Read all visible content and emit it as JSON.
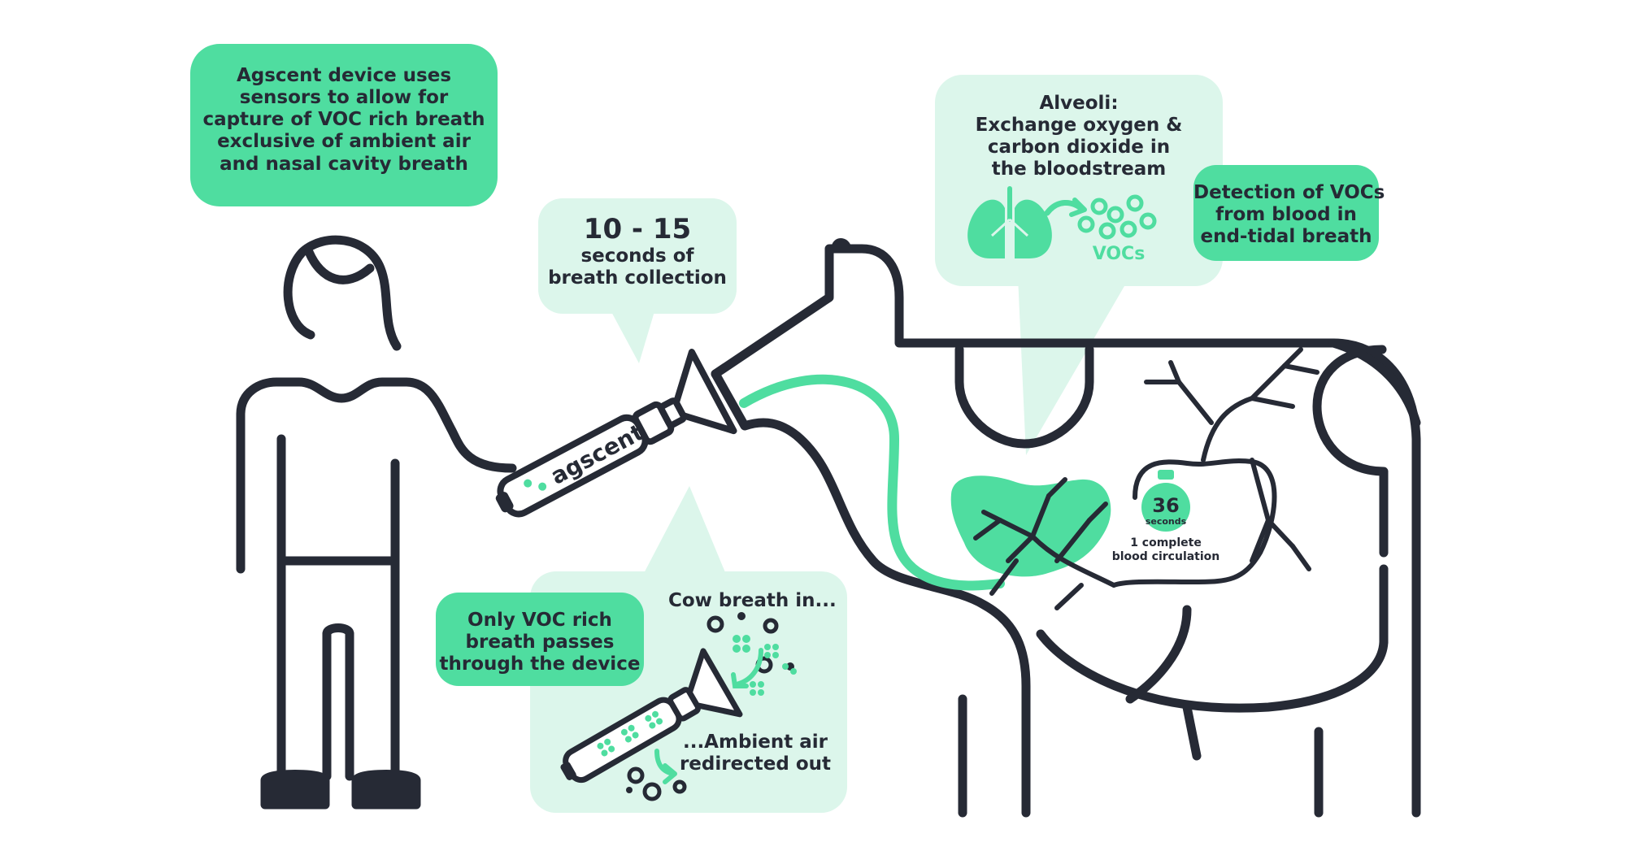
{
  "colors": {
    "ink": "#262a35",
    "accent": "#4fdda0",
    "accent_light": "#dcf6eb",
    "background": "#ffffff"
  },
  "callouts": {
    "device_sensors": {
      "lines": [
        "Agscent device uses",
        "sensors to allow for",
        "capture of VOC rich breath",
        "exclusive of ambient air",
        "and nasal cavity breath"
      ]
    },
    "collection_time": {
      "value": "10 - 15",
      "lines": [
        "seconds of",
        "breath collection"
      ]
    },
    "alveoli": {
      "lines": [
        "Alveoli:",
        "Exchange oxygen &",
        "carbon dioxide in",
        "the bloodstream"
      ],
      "vocs_label": "VOCs"
    },
    "detection": {
      "lines": [
        "Detection of VOCs",
        "from blood in",
        "end-tidal breath"
      ]
    },
    "voc_rich": {
      "lines": [
        "Only VOC rich",
        "breath passes",
        "through the device"
      ]
    },
    "cow_breath_in": "Cow breath in...",
    "ambient_air": {
      "lines": [
        "...Ambient air",
        "redirected out"
      ]
    }
  },
  "device": {
    "brand": "agscent"
  },
  "timer": {
    "value": "36",
    "unit": "seconds",
    "caption_lines": [
      "1 complete",
      "blood circulation"
    ]
  },
  "icons": [
    "person-icon",
    "cow-icon",
    "breath-device-icon",
    "lungs-icon",
    "molecule-cluster-icon",
    "stopwatch-icon",
    "bronchi-tree-icon",
    "heart-icon"
  ]
}
